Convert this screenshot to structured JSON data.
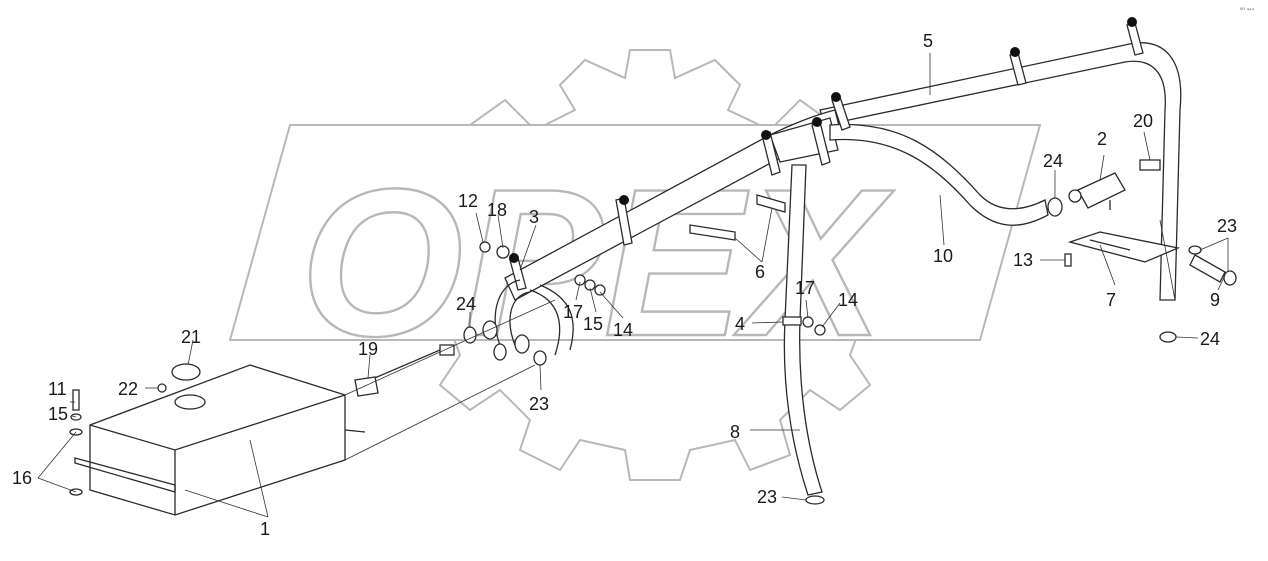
{
  "watermark": {
    "text": "OPEX",
    "color": "#b8b8b8"
  },
  "corner_mark": "⁰⁰ ⁴⁴⁴",
  "callouts": [
    {
      "id": "c1",
      "text": "1"
    },
    {
      "id": "c2",
      "text": "2"
    },
    {
      "id": "c3",
      "text": "3"
    },
    {
      "id": "c4",
      "text": "4"
    },
    {
      "id": "c5",
      "text": "5"
    },
    {
      "id": "c6",
      "text": "6"
    },
    {
      "id": "c7",
      "text": "7"
    },
    {
      "id": "c8",
      "text": "8"
    },
    {
      "id": "c9",
      "text": "9"
    },
    {
      "id": "c10",
      "text": "10"
    },
    {
      "id": "c11",
      "text": "11"
    },
    {
      "id": "c12",
      "text": "12"
    },
    {
      "id": "c13",
      "text": "13"
    },
    {
      "id": "c14a",
      "text": "14"
    },
    {
      "id": "c14b",
      "text": "14"
    },
    {
      "id": "c15a",
      "text": "15"
    },
    {
      "id": "c15b",
      "text": "15"
    },
    {
      "id": "c16",
      "text": "16"
    },
    {
      "id": "c17a",
      "text": "17"
    },
    {
      "id": "c17b",
      "text": "17"
    },
    {
      "id": "c18",
      "text": "18"
    },
    {
      "id": "c19",
      "text": "19"
    },
    {
      "id": "c20",
      "text": "20"
    },
    {
      "id": "c21",
      "text": "21"
    },
    {
      "id": "c22",
      "text": "22"
    },
    {
      "id": "c23a",
      "text": "23"
    },
    {
      "id": "c23b",
      "text": "23"
    },
    {
      "id": "c23c",
      "text": "23"
    },
    {
      "id": "c24a",
      "text": "24"
    },
    {
      "id": "c24b",
      "text": "24"
    },
    {
      "id": "c24c",
      "text": "24"
    }
  ]
}
